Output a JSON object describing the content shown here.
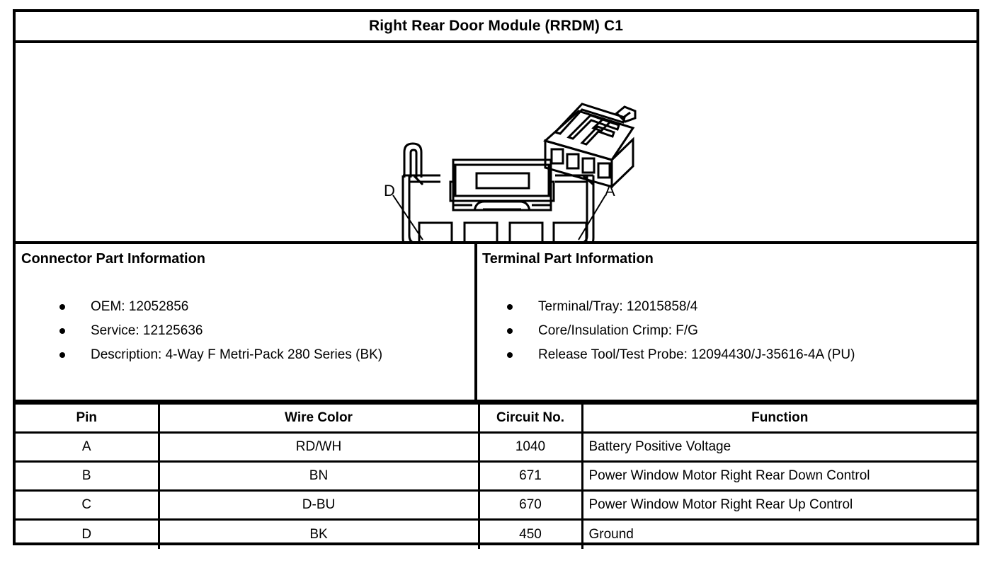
{
  "header": {
    "title": "Right Rear Door Module (RRDM) C1"
  },
  "diagram": {
    "name": "connector-face-diagram",
    "cavity_count": 4,
    "labels": {
      "left_pin": "D",
      "right_pin": "A"
    },
    "views": {
      "isometric": "connector-isometric-view",
      "face": "connector-face-view"
    }
  },
  "connector_part_information": {
    "heading": "Connector Part Information",
    "items": [
      "OEM: 12052856",
      "Service: 12125636",
      "Description: 4-Way F Metri-Pack 280 Series (BK)"
    ]
  },
  "terminal_part_information": {
    "heading": "Terminal Part Information",
    "items": [
      "Terminal/Tray: 12015858/4",
      "Core/Insulation Crimp: F/G",
      "Release Tool/Test Probe: 12094430/J-35616-4A (PU)"
    ]
  },
  "pin_table": {
    "columns": [
      "Pin",
      "Wire Color",
      "Circuit No.",
      "Function"
    ],
    "rows": [
      {
        "pin": "A",
        "wire_color": "RD/WH",
        "circuit_no": "1040",
        "function": "Battery Positive Voltage"
      },
      {
        "pin": "B",
        "wire_color": "BN",
        "circuit_no": "671",
        "function": "Power Window Motor Right Rear Down Control"
      },
      {
        "pin": "C",
        "wire_color": "D-BU",
        "circuit_no": "670",
        "function": "Power Window Motor Right Rear Up Control"
      },
      {
        "pin": "D",
        "wire_color": "BK",
        "circuit_no": "450",
        "function": "Ground"
      }
    ]
  },
  "colors": {
    "ink": "#000000",
    "paper": "#ffffff"
  }
}
